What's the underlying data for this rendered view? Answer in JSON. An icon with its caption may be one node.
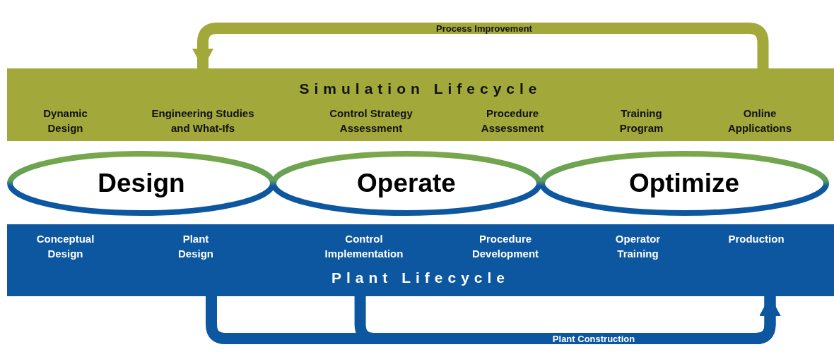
{
  "diagram": {
    "nodes": [
      {
        "text": [
          "Simulation Lifecycle"
        ]
      },
      {
        "text": [
          "Dynamic Design"
        ],
        "in": 0
      },
      {
        "text": [
          "Engineering Studies and What-Ifs"
        ],
        "in": 0
      },
      {
        "text": [
          "Control Strategy Assessment"
        ],
        "in": 0
      },
      {
        "text": [
          "Procedure Assessment"
        ],
        "in": 0
      },
      {
        "text": [
          "Training Program"
        ],
        "in": 0
      },
      {
        "text": [
          "Online Applications"
        ],
        "in": 0
      },
      {
        "text": [
          "Design"
        ]
      },
      {
        "text": [
          "Operate"
        ]
      },
      {
        "text": [
          "Optimize"
        ]
      },
      {
        "text": [
          "Plant Lifecycle"
        ]
      },
      {
        "text": [
          "Conceptual Design"
        ],
        "in": 10
      },
      {
        "text": [
          "Plant Design"
        ],
        "in": 10
      },
      {
        "text": [
          "Control Implementation"
        ],
        "in": 10
      },
      {
        "text": [
          "Procedure Development"
        ],
        "in": 10
      },
      {
        "text": [
          "Operator Training"
        ],
        "in": 10
      },
      {
        "text": [
          "Production"
        ],
        "in": 10
      }
    ],
    "edges": [
      {
        "from": 6,
        "to": 2,
        "arrow": "to",
        "label": "Process Improvement",
        "color": "#a2a83a"
      },
      {
        "from": 12,
        "to": 16,
        "arrow": "to",
        "label": "Plant Construction"
      },
      {
        "from": 10,
        "to": 16,
        "arrow": "to"
      }
    ]
  }
}
